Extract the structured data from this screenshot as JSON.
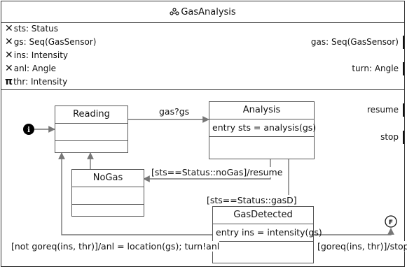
{
  "title": "GasAnalysis",
  "icons": {
    "title": "robotic-platform-icon",
    "var": "cross-icon",
    "const": "pi-icon"
  },
  "variables": [
    {
      "kind": "var",
      "symbol": "✕",
      "text": "sts: Status"
    },
    {
      "kind": "var",
      "symbol": "✕",
      "text": "gs: Seq(GasSensor)"
    },
    {
      "kind": "var",
      "symbol": "✕",
      "text": "ins: Intensity"
    },
    {
      "kind": "var",
      "symbol": "✕",
      "text": "anl: Angle"
    },
    {
      "kind": "const",
      "symbol": "π",
      "text": "thr: Intensity"
    }
  ],
  "events": [
    {
      "text": "gas: Seq(GasSensor)"
    },
    {
      "text": "turn: Angle"
    },
    {
      "text": "resume"
    },
    {
      "text": "stop"
    }
  ],
  "states": {
    "reading": {
      "name": "Reading",
      "entry": ""
    },
    "analysis": {
      "name": "Analysis",
      "entry": "entry sts = analysis(gs)"
    },
    "nogas": {
      "name": "NoGas",
      "entry": ""
    },
    "gasdetected": {
      "name": "GasDetected",
      "entry": "entry ins = intensity(gs)"
    }
  },
  "initial_glyph": "i",
  "final_glyph": "F",
  "transitions": {
    "reading_analysis": "gas?gs",
    "analysis_nogas": "[sts==Status::noGas]/resume",
    "analysis_gasdetected": "[sts==Status::gasD]",
    "gasdetected_reading": "[not goreq(ins, thr)]/anl = location(gs); turn!anl",
    "gasdetected_final": "[goreq(ins, thr)]/stop"
  }
}
